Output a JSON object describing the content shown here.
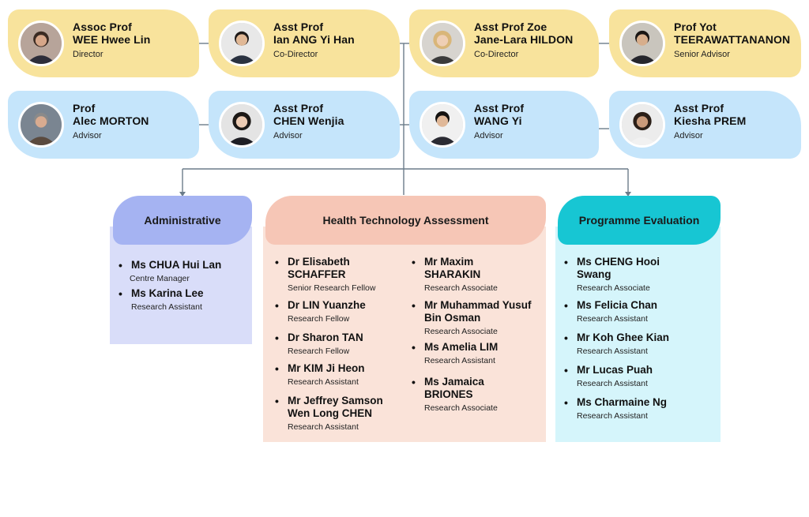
{
  "leadership": [
    {
      "title": "Assoc Prof",
      "name": "WEE Hwee Lin",
      "role": "Director"
    },
    {
      "title": "Asst Prof",
      "name": "Ian ANG Yi Han",
      "role": "Co-Director"
    },
    {
      "title": "Asst Prof Zoe",
      "name": "Jane-Lara HILDON",
      "role": "Co-Director"
    },
    {
      "title": "Prof Yot",
      "name": "TEERAWATTANANON",
      "role": "Senior Advisor"
    }
  ],
  "advisors": [
    {
      "title": "Prof",
      "name": "Alec MORTON",
      "role": "Advisor"
    },
    {
      "title": "Asst Prof",
      "name": "CHEN Wenjia",
      "role": "Advisor"
    },
    {
      "title": "Asst Prof",
      "name": "WANG Yi",
      "role": "Advisor"
    },
    {
      "title": "Asst Prof",
      "name": "Kiesha PREM",
      "role": "Advisor"
    }
  ],
  "departments": {
    "administrative": {
      "title": "Administrative",
      "members": [
        {
          "name": "Ms CHUA Hui Lan",
          "role": "Centre Manager"
        },
        {
          "name": "Ms Karina Lee",
          "role": "Research Assistant"
        }
      ]
    },
    "hta": {
      "title": "Health Technology Assessment",
      "col1": [
        {
          "name": "Dr Elisabeth SCHAFFER",
          "role": "Senior Research Fellow"
        },
        {
          "name": "Dr LIN Yuanzhe",
          "role": "Research Fellow"
        },
        {
          "name": "Dr Sharon TAN",
          "role": "Research Fellow"
        },
        {
          "name": "Mr KIM Ji Heon",
          "role": "Research Assistant"
        },
        {
          "name": "Mr Jeffrey Samson Wen Long CHEN",
          "role": "Research Assistant"
        }
      ],
      "col2": [
        {
          "name": "Mr Maxim SHARAKIN",
          "role": "Research Associate"
        },
        {
          "name": "Mr Muhammad Yusuf Bin Osman",
          "role": "Research Associate"
        },
        {
          "name": "Ms Amelia LIM",
          "role": "Research Assistant"
        },
        {
          "name": "Ms Jamaica BRIONES",
          "role": "Research Associate"
        }
      ]
    },
    "pe": {
      "title": "Programme Evaluation",
      "members": [
        {
          "name": "Ms CHENG Hooi Swang",
          "role": "Research Associate"
        },
        {
          "name": "Ms Felicia Chan",
          "role": "Research Assistant"
        },
        {
          "name": "Mr Koh Ghee Kian",
          "role": "Research Assistant"
        },
        {
          "name": "Mr Lucas Puah",
          "role": "Research Assistant"
        },
        {
          "name": "Ms Charmaine Ng",
          "role": "Research Assistant"
        }
      ]
    }
  },
  "colors": {
    "leadership_card": "#f8e39c",
    "advisor_card": "#c5e5fb",
    "admin_head": "#a5b3f2",
    "admin_body": "#d9ddf9",
    "hta_head": "#f6c6b6",
    "hta_body": "#fae3d9",
    "pe_head": "#17c6d3",
    "pe_body": "#d5f5fb",
    "connector": "#6b7c8a"
  }
}
